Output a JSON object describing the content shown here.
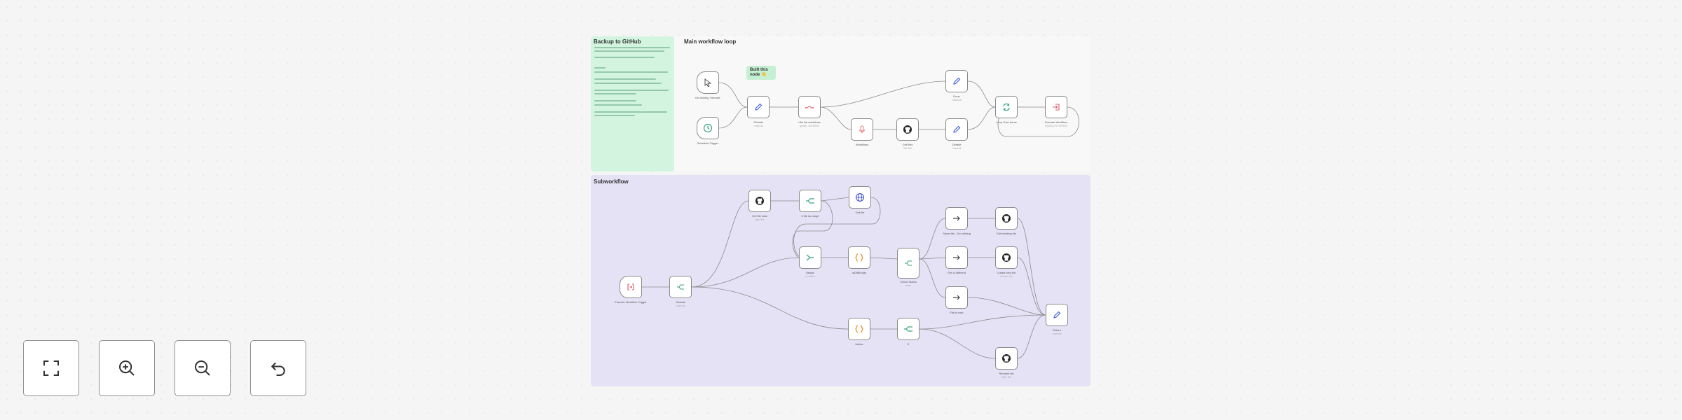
{
  "sticky_main": {
    "title": "Main workflow loop"
  },
  "sticky_sub": {
    "title": "Subworkflow"
  },
  "sticky_doc": {
    "title": "Backup to GitHub",
    "color": "#d3f5df"
  },
  "build_badge": {
    "text": "Built this node 👋"
  },
  "nodes": {
    "on_clicking_execute": {
      "label": "On clicking 'execute'",
      "icon": "cursor-icon",
      "color": "#555555"
    },
    "schedule_trigger": {
      "label": "Schedule Trigger",
      "icon": "clock-icon",
      "color": "#3aa57a"
    },
    "globals": {
      "label": "Globals",
      "sub": "manual",
      "icon": "pencil-icon",
      "color": "#3b5bdb"
    },
    "n8n_list_workflows": {
      "label": "n8n list workflows",
      "sub": "getAll: workflow",
      "icon": "n8n-icon",
      "color": "#e25a6a"
    },
    "workflows": {
      "label": "Workflows",
      "icon": "mic-icon",
      "color": "#e57373"
    },
    "get_files": {
      "label": "Get files",
      "sub": "list: file",
      "icon": "github-icon",
      "color": "#222222"
    },
    "done": {
      "label": "Done",
      "sub": "manual",
      "icon": "pencil-icon",
      "color": "#3b5bdb"
    },
    "default": {
      "label": "Default",
      "sub": "manual",
      "icon": "pencil-icon",
      "color": "#3b5bdb"
    },
    "loop_over_items": {
      "label": "Loop Over Items",
      "icon": "loop-icon",
      "color": "#3aa57a"
    },
    "execute_workflow": {
      "label": "Execute Workflow",
      "sub": "Backup to GitHub",
      "icon": "exec-icon",
      "color": "#e25a6a"
    },
    "execute_workflow_trigger": {
      "label": "Execute Workflow Trigger",
      "icon": "trigger-icon",
      "color": "#e25a6a"
    },
    "sub_globals": {
      "label": "Globals",
      "sub": "manual",
      "icon": "switch-icon",
      "color": "#3aa57a"
    },
    "get_file_data": {
      "label": "Get file data",
      "sub": "get: file",
      "icon": "github-icon",
      "color": "#222222"
    },
    "if_file_too_large": {
      "label": "If file too large",
      "icon": "filter-icon",
      "color": "#3aa57a"
    },
    "get_file": {
      "label": "Get file",
      "icon": "globe-icon",
      "color": "#4a5bd6"
    },
    "merge": {
      "label": "Merge",
      "sub": "combine",
      "icon": "merge-icon",
      "color": "#3aa57a"
    },
    "isdiffempty": {
      "label": "isDiffEmpty",
      "icon": "braces-icon",
      "color": "#f08a24"
    },
    "check_status": {
      "label": "Check Status",
      "sub": "rules",
      "icon": "switch-icon",
      "color": "#3aa57a"
    },
    "same_file_do_nothing": {
      "label": "Same file - Do nothing",
      "icon": "arrow-icon",
      "color": "#444444"
    },
    "file_is_different": {
      "label": "File is different",
      "icon": "arrow-icon",
      "color": "#444444"
    },
    "file_is_new": {
      "label": "File is new",
      "icon": "arrow-icon",
      "color": "#444444"
    },
    "edit_existing_file": {
      "label": "Edit existing file",
      "icon": "github-icon",
      "color": "#222222"
    },
    "create_new_file": {
      "label": "Create new file",
      "sub": "create: file",
      "icon": "github-icon",
      "color": "#222222"
    },
    "isnew": {
      "label": "isNew",
      "icon": "braces-icon",
      "color": "#f08a24"
    },
    "if": {
      "label": "If",
      "icon": "filter-icon",
      "color": "#3aa57a"
    },
    "return": {
      "label": "Return",
      "sub": "manual",
      "icon": "pencil-icon",
      "color": "#3b5bdb"
    },
    "rename_file": {
      "label": "Rename file",
      "sub": "edit: file",
      "icon": "github-icon",
      "color": "#222222"
    }
  },
  "controls": {
    "fit": {
      "icon": "fit-view-icon"
    },
    "zoom_in": {
      "icon": "zoom-in-icon"
    },
    "zoom_out": {
      "icon": "zoom-out-icon"
    },
    "reset": {
      "icon": "undo-icon"
    }
  },
  "colors": {
    "sticky_main_bg": "#f8f8f8",
    "sticky_sub_bg": "#e6e2f6",
    "sticky_doc_bg": "#d3f5df",
    "edge": "#8a8a8a",
    "badge_bg": "#c6f0d4"
  }
}
